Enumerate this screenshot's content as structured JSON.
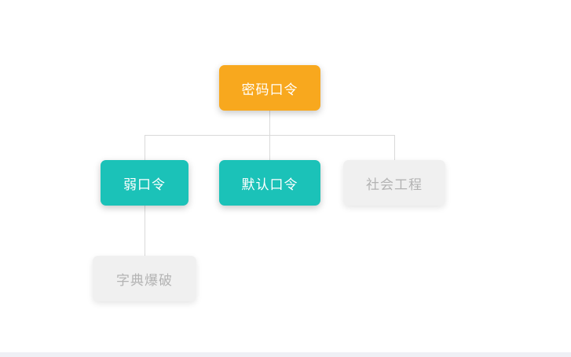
{
  "diagram": {
    "type": "tree",
    "root_label": "密码口令",
    "nodes": [
      {
        "id": "root",
        "label": "密码口令",
        "level": 0,
        "parent": null,
        "bg": "#f8a81e",
        "fg": "#ffffff",
        "state": "active"
      },
      {
        "id": "weak",
        "label": "弱口令",
        "level": 1,
        "parent": "密码口令",
        "bg": "#1bc2b8",
        "fg": "#ffffff",
        "state": "active"
      },
      {
        "id": "default",
        "label": "默认口令",
        "level": 1,
        "parent": "密码口令",
        "bg": "#1bc2b8",
        "fg": "#ffffff",
        "state": "active"
      },
      {
        "id": "social",
        "label": "社会工程",
        "level": 1,
        "parent": "密码口令",
        "bg": "#f0f0f0",
        "fg": "#b3b3b3",
        "state": "disabled"
      },
      {
        "id": "dict",
        "label": "字典爆破",
        "level": 2,
        "parent": "弱口令",
        "bg": "#f0f0f0",
        "fg": "#b3b3b3",
        "state": "disabled"
      }
    ],
    "edges": [
      {
        "from": "密码口令",
        "to": "弱口令"
      },
      {
        "from": "密码口令",
        "to": "默认口令"
      },
      {
        "from": "密码口令",
        "to": "社会工程"
      },
      {
        "from": "弱口令",
        "to": "字典爆破"
      }
    ],
    "connector_color": "#d9d9d9"
  },
  "colors": {
    "canvas_bg": "#ffffff",
    "root_accent": "#f8a81e",
    "branch_accent": "#1bc2b8",
    "muted_node_bg": "#f0f0f0",
    "muted_node_text": "#b3b3b3",
    "connector": "#d9d9d9",
    "scrollbar_track": "#eff0f5"
  }
}
